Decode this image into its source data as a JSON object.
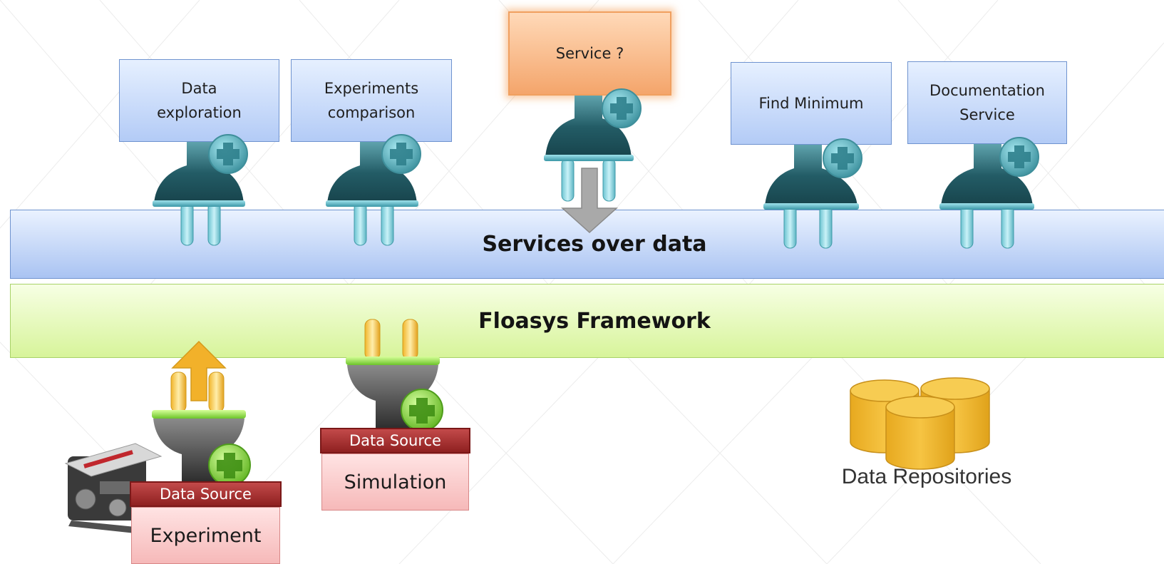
{
  "services": [
    {
      "id": "data-exploration",
      "label": "Data\nexploration"
    },
    {
      "id": "experiments-comparison",
      "label": "Experiments\ncomparison"
    },
    {
      "id": "service-q",
      "label": "Service ?"
    },
    {
      "id": "find-minimum",
      "label": "Find Minimum"
    },
    {
      "id": "documentation-service",
      "label": "Documentation\nService"
    }
  ],
  "layers": {
    "services_over_data": "Services over data",
    "framework": "Floasys Framework"
  },
  "data_sources": {
    "header_label": "Data Source",
    "simulation": "Simulation",
    "experiment": "Experiment"
  },
  "repositories": {
    "label": "Data Repositories"
  },
  "colors": {
    "service_blue": "#b3cbf6",
    "service_orange": "#f4a56b",
    "framework_green": "#d7f49a",
    "data_source_red": "#8f2020",
    "repository_gold": "#f0bb2f",
    "plug_teal": "#2f6f7a",
    "plug_gray": "#5a5a5a"
  },
  "icons": [
    "plug-icon",
    "plus-badge-icon",
    "arrow-down-icon",
    "arrow-up-icon",
    "database-icon",
    "engine-image"
  ]
}
